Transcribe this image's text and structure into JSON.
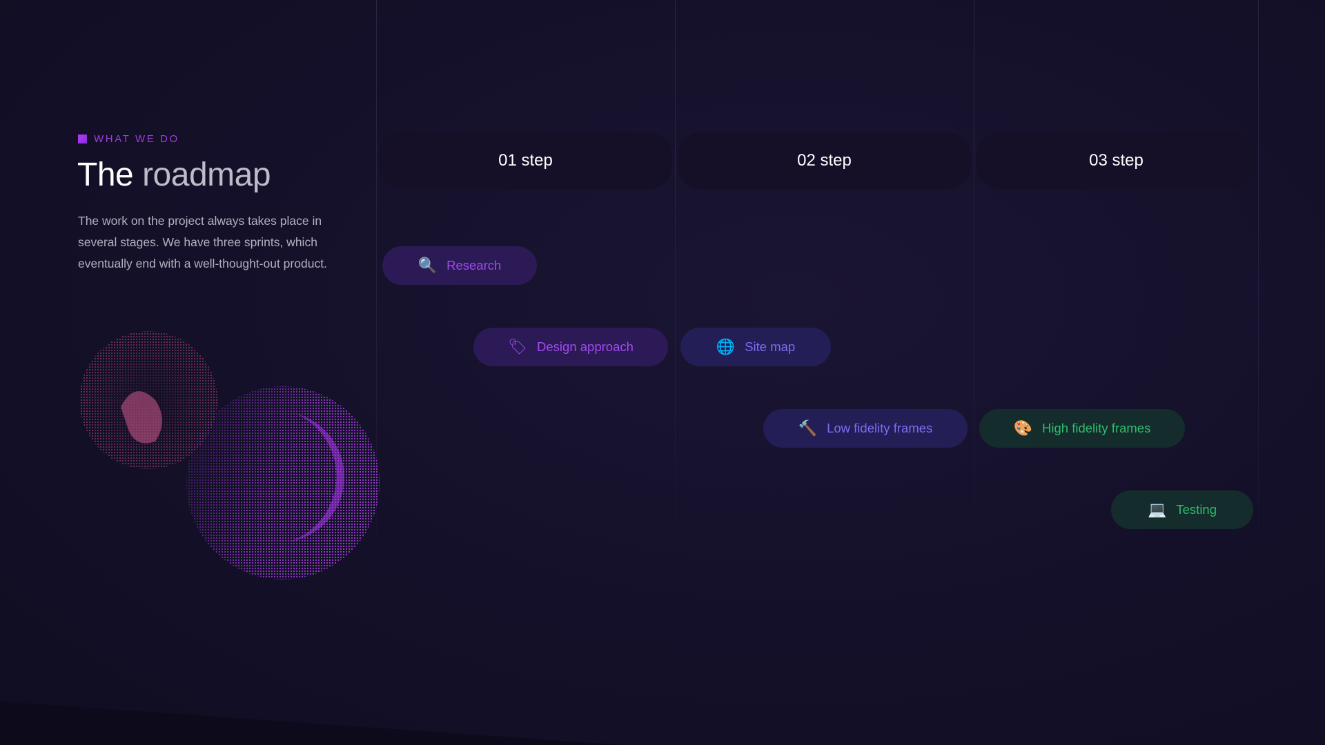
{
  "section": {
    "eyebrow": "WHAT WE DO",
    "title_part1": "The",
    "title_part2": "roadmap",
    "description": "The work on the project always takes place in several stages. We have three sprints, which eventually end with a well-thought-out product."
  },
  "steps": [
    {
      "label": "01 step"
    },
    {
      "label": "02 step"
    },
    {
      "label": "03 step"
    }
  ],
  "tasks": [
    {
      "label": "Research",
      "icon": "magnifier-icon",
      "glyph": "🔍",
      "color": "purple"
    },
    {
      "label": "Design approach",
      "icon": "tag-icon",
      "glyph": "🏷",
      "color": "purple"
    },
    {
      "label": "Site map",
      "icon": "globe-icon",
      "glyph": "🌐",
      "color": "indigo"
    },
    {
      "label": "Low fidelity frames",
      "icon": "hammer-icon",
      "glyph": "🔨",
      "color": "indigo"
    },
    {
      "label": "High fidelity frames",
      "icon": "palette-icon",
      "glyph": "🎨",
      "color": "green"
    },
    {
      "label": "Testing",
      "icon": "laptop-icon",
      "glyph": "💻",
      "color": "green"
    }
  ],
  "colors": {
    "background": "#141029",
    "accent_purple": "#a33ae6",
    "task_purple_text": "#a24bf0",
    "task_indigo_text": "#7d6cf0",
    "task_green_text": "#2ebd6b"
  }
}
